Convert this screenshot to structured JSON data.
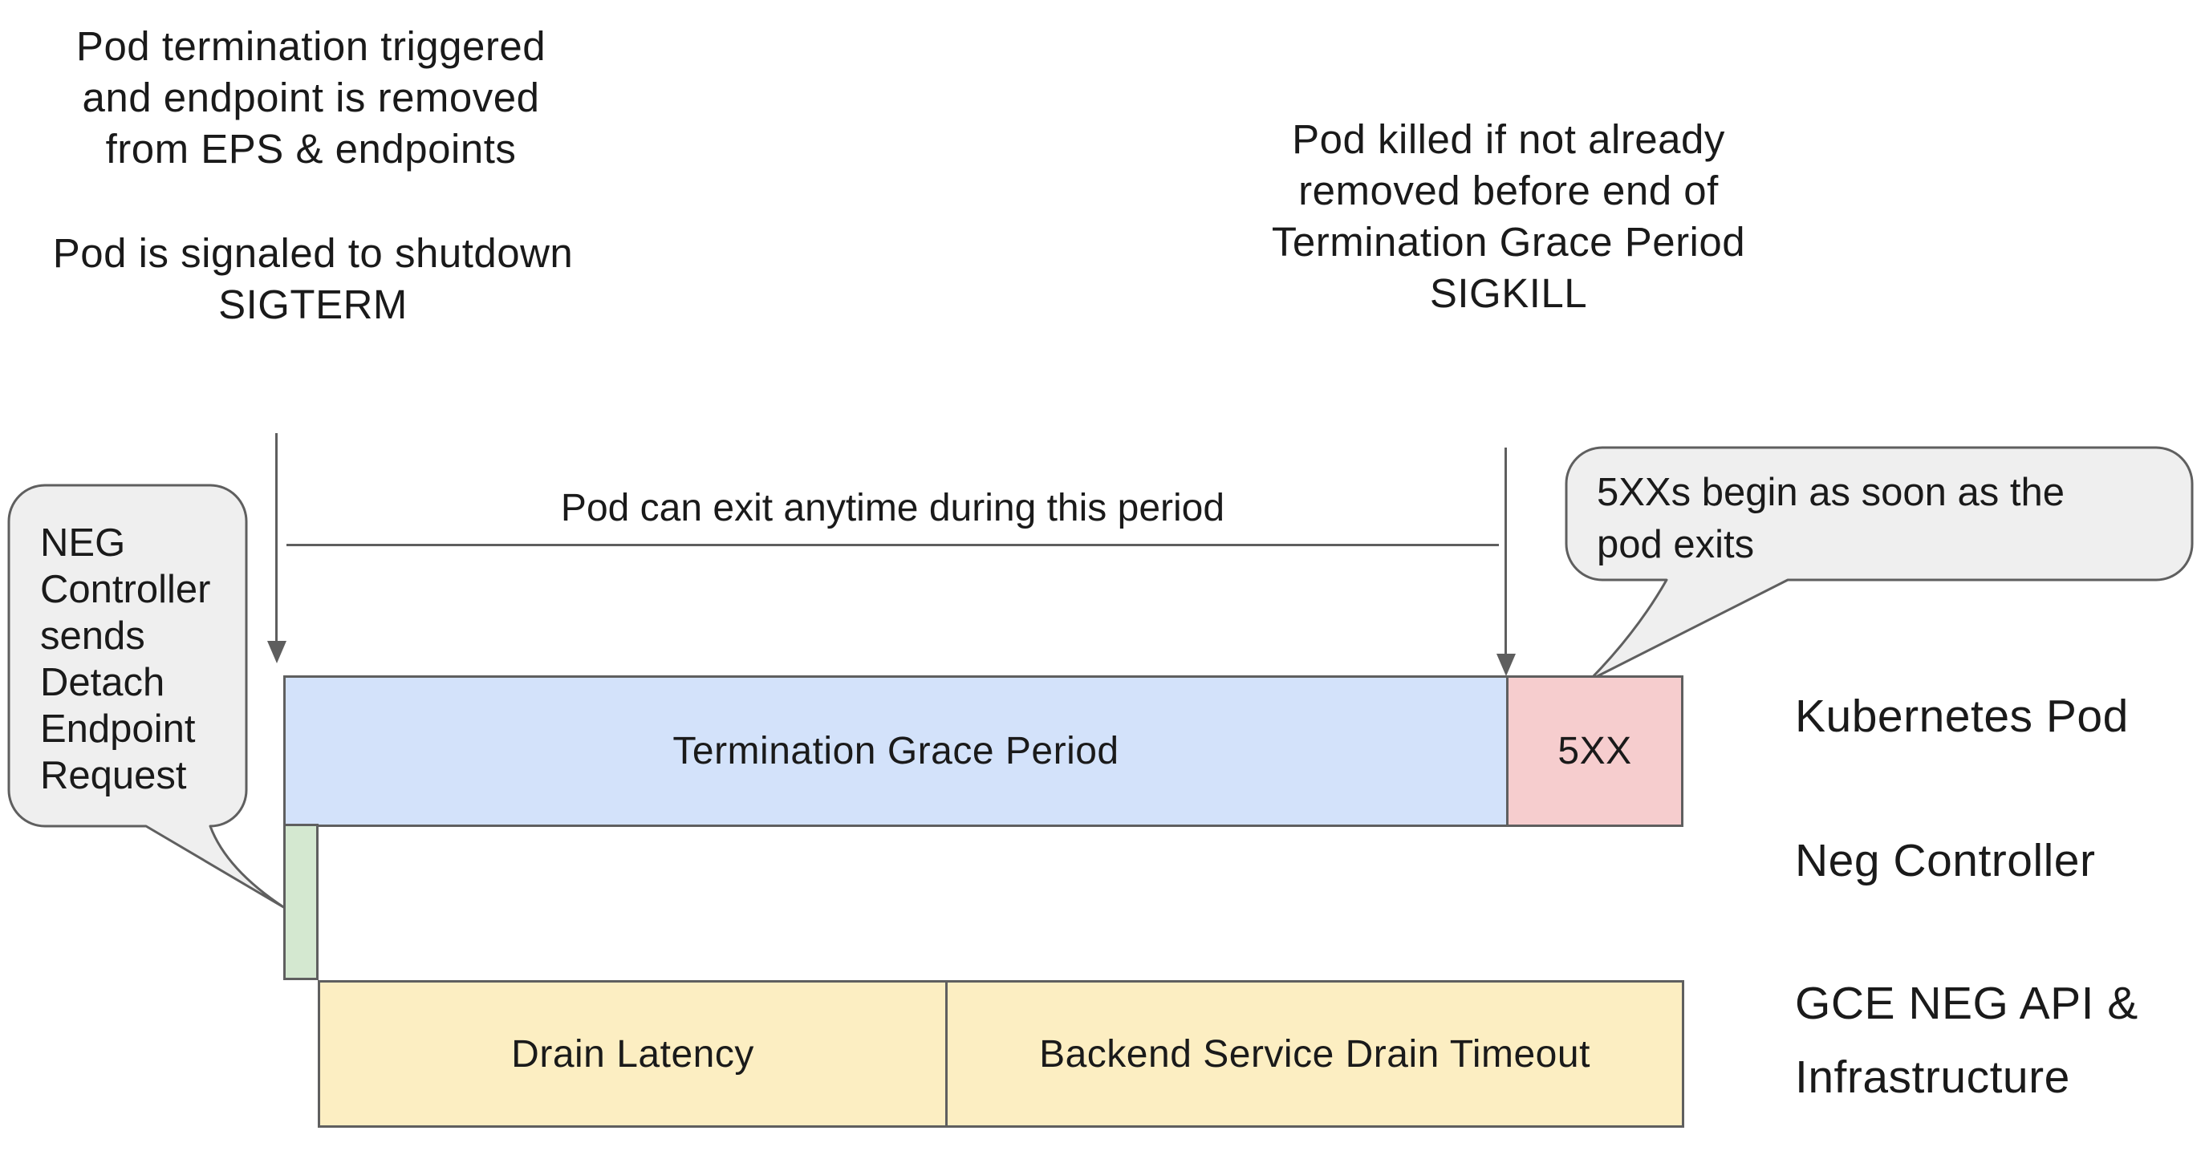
{
  "colors": {
    "text": "#1a1a1a",
    "line": "#5e5e5e",
    "border": "#5f5f5f",
    "blue": "#d3e2fa",
    "pink": "#f6cdce",
    "green": "#d4e8d0",
    "yellow": "#fceec2",
    "bubble": "#efefef"
  },
  "annotations": {
    "pod_termination": "Pod termination triggered\nand endpoint is removed\nfrom EPS & endpoints",
    "pod_sigterm": "Pod is signaled to shutdown\nSIGTERM",
    "pod_killed": "Pod killed if not already\nremoved before end of\nTermination Grace Period\nSIGKILL",
    "measure_label": "Pod can exit anytime during this period"
  },
  "bubbles": {
    "left": {
      "text": "NEG\nController\nsends\nDetach\nEndpoint\nRequest"
    },
    "right": {
      "text": "5XXs begin as soon as the\npod exits"
    }
  },
  "timeline": {
    "pod_bar": {
      "grace_label": "Termination Grace Period",
      "error_label": "5XX"
    },
    "gce_bar": {
      "drain_latency_label": "Drain Latency",
      "drain_timeout_label": "Backend Service Drain Timeout"
    }
  },
  "row_labels": {
    "kubernetes_pod": "Kubernetes Pod",
    "neg_controller": "Neg Controller",
    "gce_infra": "GCE NEG API &\nInfrastructure"
  }
}
